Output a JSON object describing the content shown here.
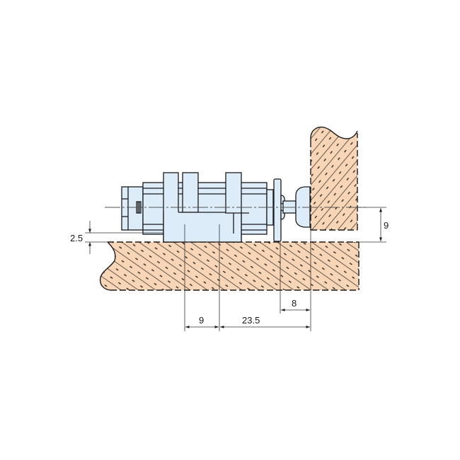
{
  "drawing": {
    "type": "technical-assembly-drawing",
    "colors": {
      "wood_fill": "#f7d5b5",
      "part_fill": "#dcecf8",
      "line": "#1a1a1a",
      "dim_line": "#333333",
      "centerline": "#555555"
    }
  },
  "dimensions": {
    "offset_vertical": {
      "label": "2.5"
    },
    "center_height": {
      "label": "9"
    },
    "slot_spacing": {
      "label": "9"
    },
    "slot_to_door": {
      "label": "23.5"
    },
    "flange_to_door": {
      "label": "8"
    }
  },
  "parts": {
    "base_panel": {
      "name": "base-panel",
      "hatched": true
    },
    "door_panel": {
      "name": "door-panel",
      "hatched": true
    },
    "latch": {
      "name": "push-latch-mechanism"
    }
  }
}
